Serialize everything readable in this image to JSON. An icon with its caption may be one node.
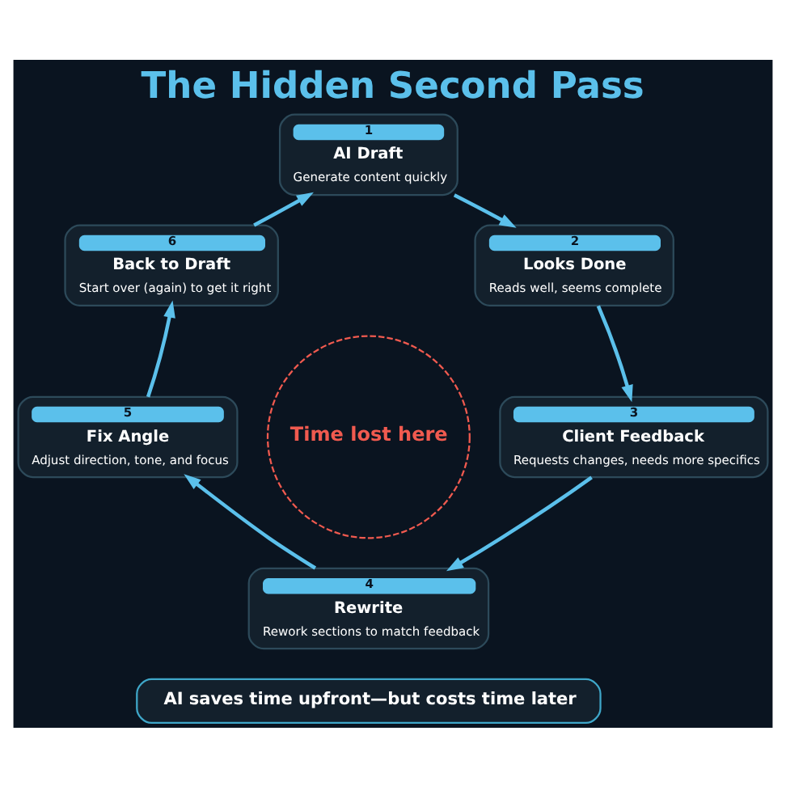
{
  "diagram": {
    "title": "The Hidden Second Pass",
    "nodes": [
      {
        "text": [
          "1",
          "AI Draft",
          "Generate content quickly"
        ]
      },
      {
        "text": [
          "2",
          "Looks Done",
          "Reads well, seems complete"
        ]
      },
      {
        "text": [
          "3",
          "Client Feedback",
          "Requests changes, needs more specifics"
        ]
      },
      {
        "text": [
          "4",
          "Rewrite",
          "Rework sections to match feedback"
        ]
      },
      {
        "text": [
          "5",
          "Fix Angle",
          "Adjust direction, tone, and focus"
        ]
      },
      {
        "text": [
          "6",
          "Back to Draft",
          "Start over (again) to get it right"
        ]
      },
      {
        "text": [
          "Time lost here"
        ]
      },
      {
        "text": [
          "AI saves time upfront—but costs time later"
        ]
      }
    ],
    "edges": [
      {
        "from": 0,
        "to": 1,
        "arrow": "to"
      },
      {
        "from": 1,
        "to": 2,
        "arrow": "to"
      },
      {
        "from": 2,
        "to": 3,
        "arrow": "to"
      },
      {
        "from": 3,
        "to": 4,
        "arrow": "to"
      },
      {
        "from": 4,
        "to": 5,
        "arrow": "to"
      },
      {
        "from": 5,
        "to": 0,
        "arrow": "to"
      }
    ]
  }
}
